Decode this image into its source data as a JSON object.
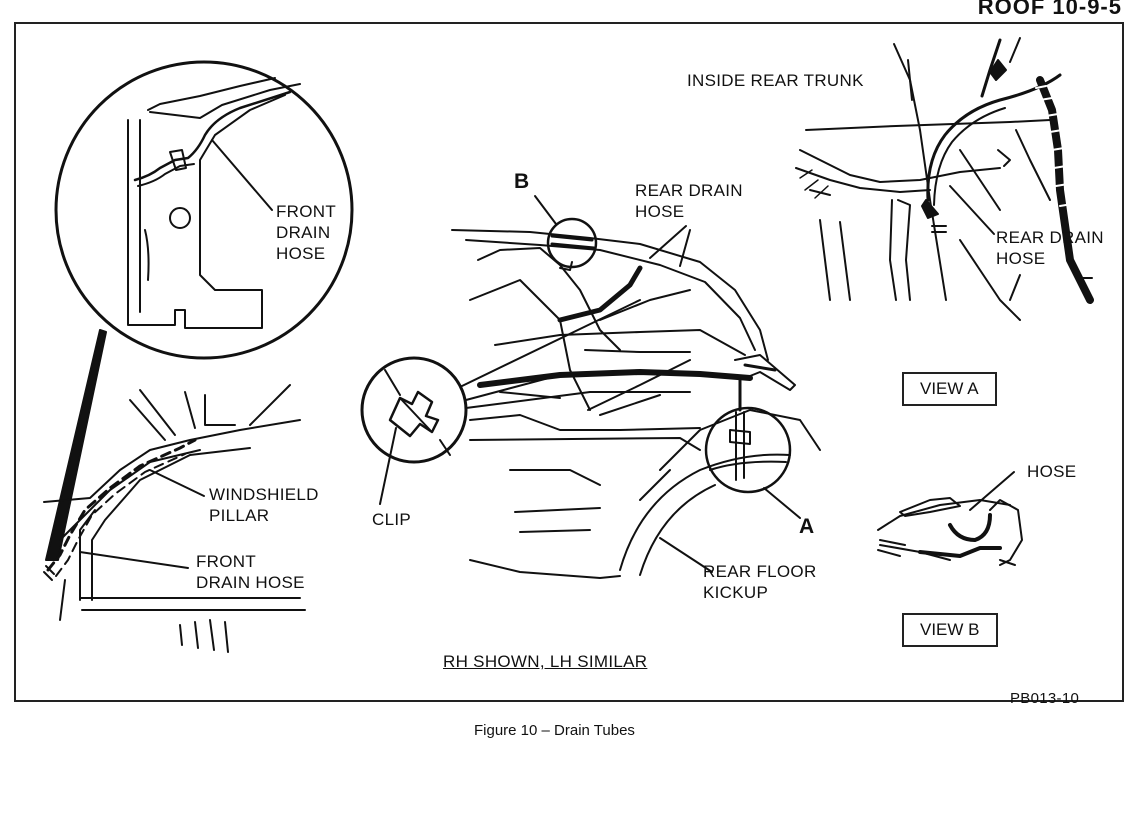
{
  "header": {
    "text": "ROOF  10-9-5"
  },
  "labels": {
    "inside_rear_trunk": "INSIDE REAR TRUNK",
    "front_drain_hose_detail": "FRONT\nDRAIN\nHOSE",
    "windshield_pillar": "WINDSHIELD\nPILLAR",
    "front_drain_hose": "FRONT\nDRAIN HOSE",
    "b_marker": "B",
    "rear_drain_hose_center": "REAR DRAIN\nHOSE",
    "rear_drain_hose_right": "REAR DRAIN\nHOSE",
    "clip": "CLIP",
    "a_marker": "A",
    "rear_floor_kickup": "REAR FLOOR\nKICKUP",
    "hose": "HOSE",
    "view_a": "VIEW A",
    "view_b": "VIEW B",
    "rh_shown": "RH SHOWN, LH SIMILAR",
    "part_number": "PB013-10"
  },
  "caption": "Figure 10 – Drain Tubes"
}
